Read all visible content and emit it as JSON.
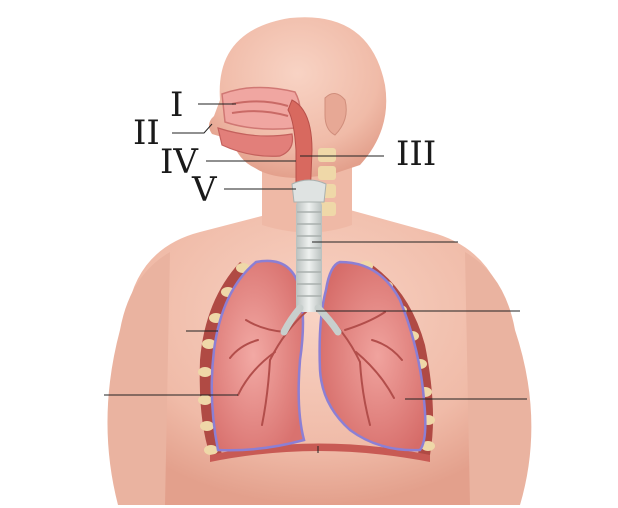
{
  "labels": {
    "l1": "I",
    "l2": "II",
    "l3": "III",
    "l4": "IV",
    "l5": "V"
  },
  "colors": {
    "skin": "#f2c2b0",
    "skin_shadow": "#dd9c88",
    "lung": "#e58f8b",
    "lung_edge": "#8c7fd4",
    "trachea": "#d9dedc",
    "airway": "#d8695f",
    "rib": "#efd8a8",
    "chest_wall": "#b04a44",
    "leader_line": "#222222"
  }
}
